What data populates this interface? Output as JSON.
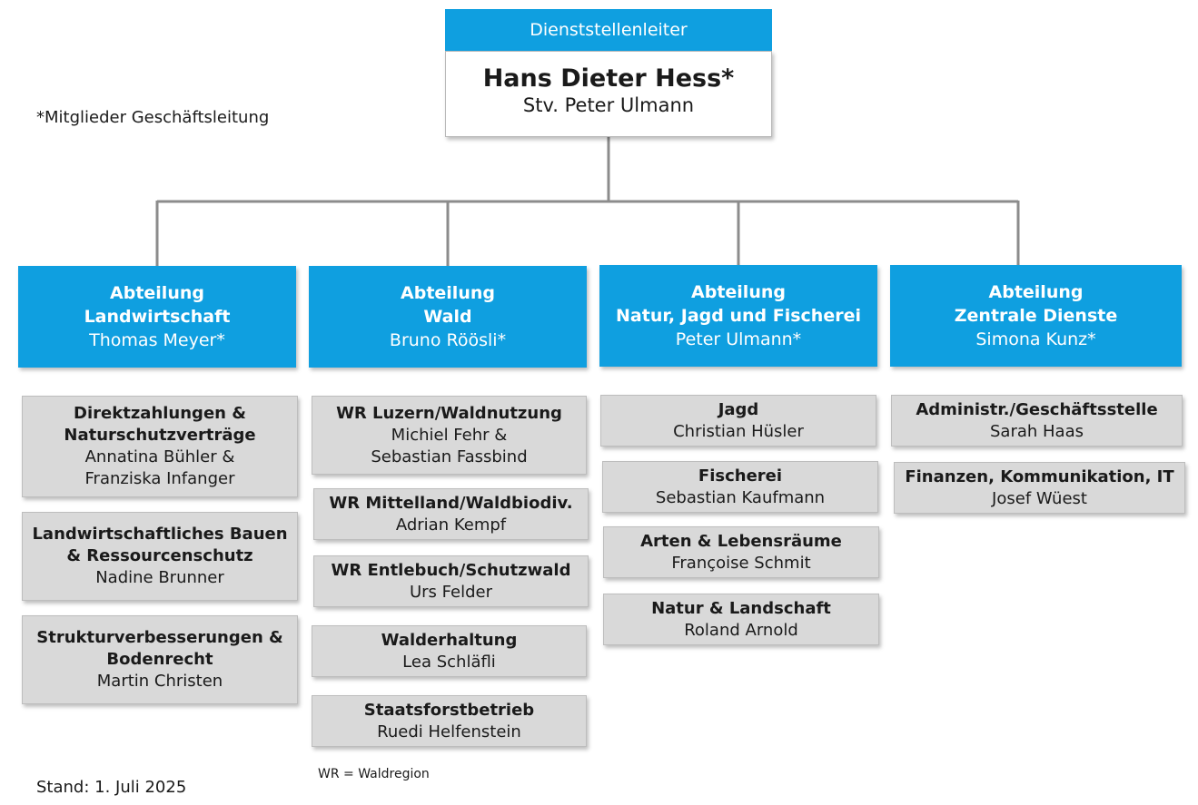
{
  "note": "*Mitglieder Geschäftsleitung",
  "stand": "Stand: 1. Juli 2025",
  "wr_note": "WR = Waldregion",
  "head": {
    "title": "Dienststellenleiter",
    "name": "Hans Dieter Hess*",
    "deputy": "Stv. Peter Ulmann"
  },
  "departments": [
    {
      "title_1": "Abteilung",
      "title_2": "Landwirtschaft",
      "person": "Thomas Meyer*"
    },
    {
      "title_1": "Abteilung",
      "title_2": "Wald",
      "person": "Bruno Röösli*"
    },
    {
      "title_1": "Abteilung",
      "title_2": "Natur, Jagd und Fischerei",
      "person": "Peter Ulmann*"
    },
    {
      "title_1": "Abteilung",
      "title_2": "Zentrale Dienste",
      "person": "Simona Kunz*"
    }
  ],
  "units": {
    "landwirtschaft": [
      {
        "title_1": "Direktzahlungen &",
        "title_2": "Naturschutzverträge",
        "person_1": "Annatina Bühler &",
        "person_2": "Franziska Infanger"
      },
      {
        "title_1": "Landwirtschaftliches Bauen",
        "title_2": "& Ressourcenschutz",
        "person_1": "Nadine Brunner"
      },
      {
        "title_1": "Strukturverbesserungen &",
        "title_2": "Bodenrecht",
        "person_1": "Martin Christen"
      }
    ],
    "wald": [
      {
        "title_1": "WR Luzern/Waldnutzung",
        "person_1": "Michiel Fehr &",
        "person_2": "Sebastian Fassbind"
      },
      {
        "title_1": "WR Mittelland/Waldbiodiv.",
        "person_1": "Adrian Kempf"
      },
      {
        "title_1": "WR Entlebuch/Schutzwald",
        "person_1": "Urs Felder"
      },
      {
        "title_1": "Walderhaltung",
        "person_1": "Lea Schläfli"
      },
      {
        "title_1": "Staatsforstbetrieb",
        "person_1": "Ruedi Helfenstein"
      }
    ],
    "natur": [
      {
        "title_1": "Jagd",
        "person_1": "Christian Hüsler"
      },
      {
        "title_1": "Fischerei",
        "person_1": "Sebastian Kaufmann"
      },
      {
        "title_1": "Arten & Lebensräume",
        "person_1": "Françoise Schmit"
      },
      {
        "title_1": "Natur & Landschaft",
        "person_1": "Roland Arnold"
      }
    ],
    "zentrale": [
      {
        "title_1": "Administr./Geschäftsstelle",
        "person_1": "Sarah Haas"
      },
      {
        "title_1": "Finanzen, Kommunikation, IT",
        "person_1": "Josef Wüest"
      }
    ]
  }
}
